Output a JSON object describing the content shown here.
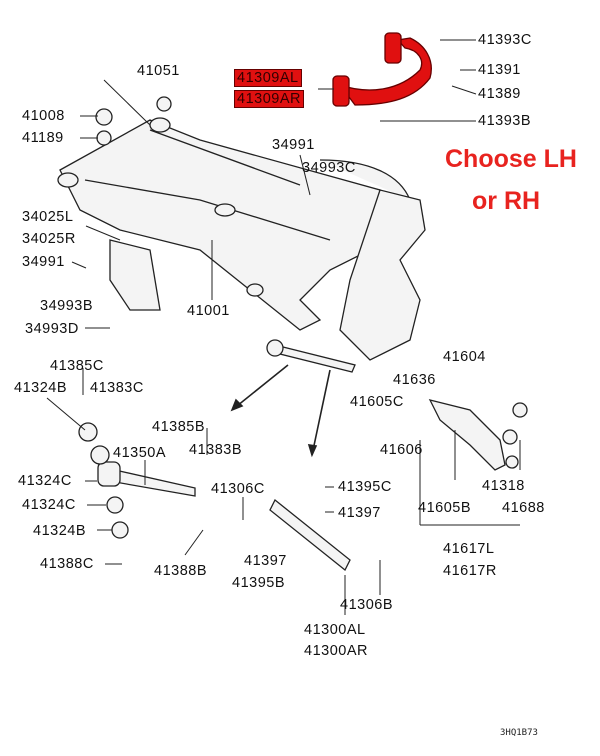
{
  "highlight_color": "#e01010",
  "note": {
    "line1": "Choose LH",
    "line2": "or RH"
  },
  "highlighted_parts": [
    "41309AL",
    "41309AR"
  ],
  "labels": {
    "p41393C": "41393C",
    "p41391": "41391",
    "p41389": "41389",
    "p41393B": "41393B",
    "p41051": "41051",
    "p41008": "41008",
    "p41189": "41189",
    "p34991a": "34991",
    "p34993C": "34993C",
    "p34025L": "34025L",
    "p34025R": "34025R",
    "p34991b": "34991",
    "p34993B": "34993B",
    "p34993D": "34993D",
    "p41001": "41001",
    "p41385C": "41385C",
    "p41324Ba": "41324B",
    "p41383C": "41383C",
    "p41604": "41604",
    "p41636": "41636",
    "p41605C": "41605C",
    "p41606": "41606",
    "p41385B": "41385B",
    "p41350A": "41350A",
    "p41383B": "41383B",
    "p41324Ca": "41324C",
    "p41324Cb": "41324C",
    "p41324Bb": "41324B",
    "p41388C": "41388C",
    "p41388B": "41388B",
    "p41306C": "41306C",
    "p41395C": "41395C",
    "p41397a": "41397",
    "p41318": "41318",
    "p41605B": "41605B",
    "p41688": "41688",
    "p41617L": "41617L",
    "p41617R": "41617R",
    "p41397b": "41397",
    "p41395B": "41395B",
    "p41306B": "41306B",
    "p41300AL": "41300AL",
    "p41300AR": "41300AR"
  },
  "diagram_code": "3HQ1B73"
}
